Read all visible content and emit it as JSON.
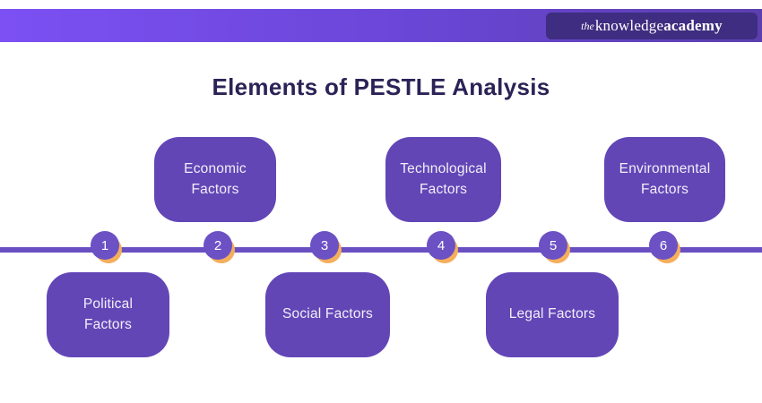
{
  "brand": {
    "the": "the",
    "knowledge": "knowledge",
    "academy": "academy"
  },
  "title": "Elements of PESTLE Analysis",
  "timeline": {
    "items": [
      {
        "number": "1",
        "label": "Political Factors",
        "position": "below"
      },
      {
        "number": "2",
        "label": "Economic Factors",
        "position": "above"
      },
      {
        "number": "3",
        "label": "Social Factors",
        "position": "below"
      },
      {
        "number": "4",
        "label": "Technological Factors",
        "position": "above"
      },
      {
        "number": "5",
        "label": "Legal Factors",
        "position": "below"
      },
      {
        "number": "6",
        "label": "Environmental Factors",
        "position": "above"
      }
    ]
  },
  "colors": {
    "header_gradient_left": "#7c50f3",
    "header_gradient_right": "#5c3fae",
    "logo_background": "#3e2d80",
    "box_purple": "#6246b6",
    "circle_purple": "#6b51c4",
    "timeline_line": "#6a4fc3",
    "marker_accent_orange": "#f4ae5c",
    "title_color": "#2b2356"
  }
}
